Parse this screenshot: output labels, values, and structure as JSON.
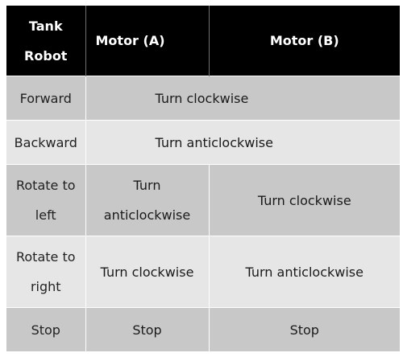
{
  "table": {
    "header": {
      "col1": "Tank\nRobot",
      "col2": "Motor (A)",
      "col3": "Motor (B)"
    },
    "rows": [
      {
        "label": "Forward",
        "combined": "Turn clockwise"
      },
      {
        "label": "Backward",
        "combined": "Turn anticlockwise"
      },
      {
        "label": "Rotate to\nleft",
        "motor_a": "Turn\nanticlockwise",
        "motor_b": "Turn clockwise"
      },
      {
        "label": "Rotate to\nright",
        "motor_a": "Turn clockwise",
        "motor_b": "Turn anticlockwise"
      },
      {
        "label": "Stop",
        "motor_a": "Stop",
        "motor_b": "Stop"
      }
    ]
  },
  "colors": {
    "header_bg": "#000000",
    "header_text": "#ffffff",
    "row_dark": "#c8c8c8",
    "row_light": "#e6e6e6"
  }
}
